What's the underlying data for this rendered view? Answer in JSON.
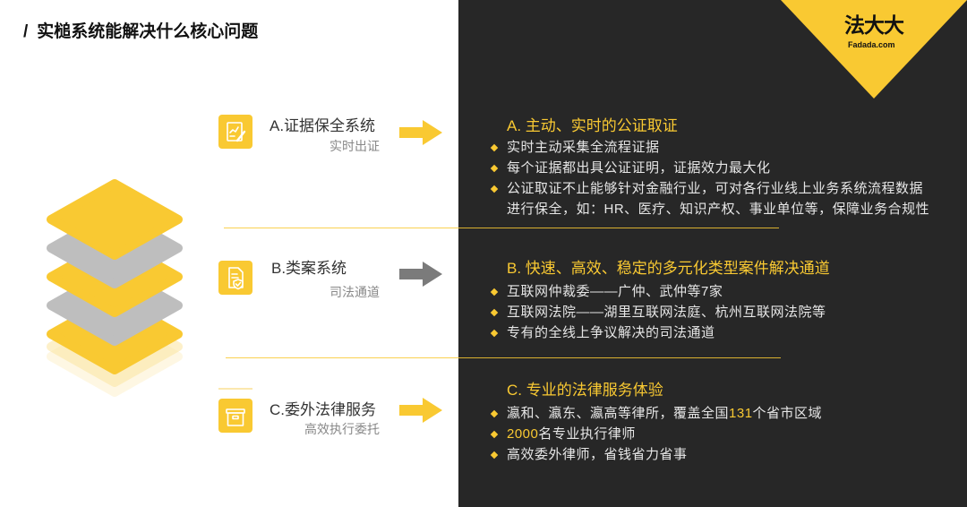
{
  "title_slash": "/",
  "title": "实槌系统能解决什么核心问题",
  "logo": {
    "brand": "法大大",
    "domain": "Fadada.com"
  },
  "colors": {
    "accent": "#F9C932",
    "panel": "#272727",
    "layer_gray": "#BEBEBE",
    "arrow_gray": "#7B7B7B"
  },
  "sections": [
    {
      "label": "A.证据保全系统",
      "sublabel": "实时出证",
      "icon": "evidence-document-pen-icon",
      "arrow_color": "#F9C932",
      "heading": "A. 主动、实时的公证取证",
      "bullets": [
        "实时主动采集全流程证据",
        "每个证据都出具公证证明，证据效力最大化",
        "公证取证不止能够针对金融行业，可对各行业线上业务系统流程数据进行保全，如：HR、医疗、知识产权、事业单位等，保障业务合规性"
      ]
    },
    {
      "label": "B.类案系统",
      "sublabel": "司法通道",
      "icon": "document-shield-icon",
      "arrow_color": "#7B7B7B",
      "heading": "B. 快速、高效、稳定的多元化类型案件解决通道",
      "bullets": [
        "互联网仲裁委——广仲、武仲等7家",
        "互联网法院——湖里互联网法庭、杭州互联网法院等",
        "专有的全线上争议解决的司法通道"
      ]
    },
    {
      "label": "C.委外法律服务",
      "sublabel": "高效执行委托",
      "icon": "service-box-icon",
      "arrow_color": "#F9C932",
      "heading": "C. 专业的法律服务体验",
      "bullets": [
        {
          "parts": [
            {
              "text": "瀛和、瀛东、瀛高等律所，覆盖全国"
            },
            {
              "text": "131",
              "highlight": true
            },
            {
              "text": "个省市区域"
            }
          ]
        },
        {
          "parts": [
            {
              "text": "2000",
              "highlight": true
            },
            {
              "text": "名专业执行律师"
            }
          ]
        },
        {
          "parts": [
            {
              "text": "高效委外律师，省钱省力省事"
            }
          ]
        }
      ]
    }
  ]
}
